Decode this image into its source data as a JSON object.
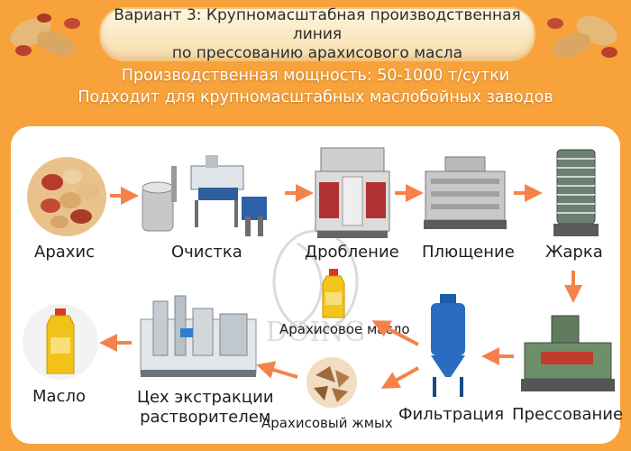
{
  "header": {
    "title_line1": "Вариант 3: Крупномасштабная производственная линия",
    "title_line2": "по прессованию арахисового масла"
  },
  "subtitle": {
    "line1": "Производственная мощность: 50-1000 т/сутки",
    "line2": "Подходит для крупномасштабных маслобойных заводов"
  },
  "steps": {
    "peanut": "Арахис",
    "cleaning": "Очистка",
    "crushing": "Дробление",
    "flaking": "Плющение",
    "roasting": "Жарка",
    "pressing": "Прессование",
    "filtration": "Фильтрация",
    "cake": "Арахисовый жмых",
    "peanut_oil": "Арахисовое масло",
    "extraction_line1": "Цех экстракции",
    "extraction_line2": "растворителем",
    "oil": "Масло"
  },
  "watermark": "DOING",
  "colors": {
    "background": "#f7a23b",
    "arrow": "#f5824a",
    "panel": "#ffffff"
  }
}
